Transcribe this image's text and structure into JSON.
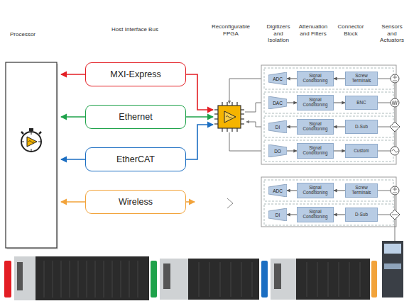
{
  "diagram": {
    "nodes": [
      {
        "text": [
          "MXI-Express"
        ]
      },
      {
        "text": [
          "Ethernet"
        ]
      },
      {
        "text": [
          "EtherCAT"
        ]
      },
      {
        "text": [
          "Wireless"
        ]
      },
      {
        "text": [
          "ADC"
        ]
      },
      {
        "text": [
          "Signal Conditioning"
        ]
      },
      {
        "text": [
          "Screw Terminals"
        ]
      },
      {
        "text": [
          "DAC"
        ]
      },
      {
        "text": [
          "Signal Conditioning"
        ]
      },
      {
        "text": [
          "BNC"
        ]
      },
      {
        "text": [
          "DI"
        ]
      },
      {
        "text": [
          "Signal Conditioning"
        ]
      },
      {
        "text": [
          "D-Sub"
        ]
      },
      {
        "text": [
          "DO"
        ]
      },
      {
        "text": [
          "Signal Conditioning"
        ]
      },
      {
        "text": [
          "Custom"
        ]
      },
      {
        "text": [
          "ADC"
        ]
      },
      {
        "text": [
          "Signal Conditioning"
        ]
      },
      {
        "text": [
          "Screw Terminals"
        ]
      },
      {
        "text": [
          "DI"
        ]
      },
      {
        "text": [
          "Signal Conditioning"
        ]
      },
      {
        "text": [
          "D-Sub"
        ]
      }
    ],
    "edges": [
      {
        "from": 6,
        "to": 5,
        "arrow": "to"
      },
      {
        "from": 5,
        "to": 4,
        "arrow": "to"
      },
      {
        "from": 7,
        "to": 8,
        "arrow": "to"
      },
      {
        "from": 8,
        "to": 9,
        "arrow": "to"
      },
      {
        "from": 12,
        "to": 11,
        "arrow": "to"
      },
      {
        "from": 11,
        "to": 10,
        "arrow": "to"
      },
      {
        "from": 13,
        "to": 14,
        "arrow": "to"
      },
      {
        "from": 14,
        "to": 15,
        "arrow": "to"
      },
      {
        "from": 18,
        "to": 17,
        "arrow": "to"
      },
      {
        "from": 17,
        "to": 16,
        "arrow": "to"
      },
      {
        "from": 21,
        "to": 20,
        "arrow": "to"
      },
      {
        "from": 20,
        "to": 19,
        "arrow": "to"
      }
    ],
    "labels": [
      "Processor",
      "Host Interface Bus",
      "Reconfigurable FPGA",
      "Digitizers and Isolation",
      "Attenuation and Filters",
      "Connector Block",
      "Sensors and Actuators"
    ]
  }
}
